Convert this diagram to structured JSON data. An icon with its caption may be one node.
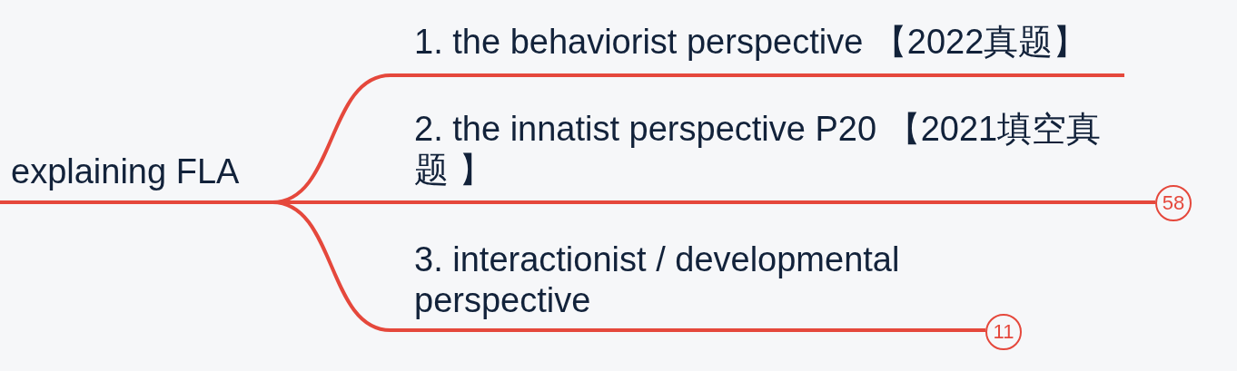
{
  "diagram": {
    "nodes": [
      {
        "text": [
          "explaining FLA"
        ]
      },
      {
        "text": [
          "1. the behaviorist perspective 【2022真题】"
        ]
      },
      {
        "text": [
          "2. the innatist perspective P20 【2021填空真题 】"
        ]
      },
      {
        "text": [
          "58"
        ]
      },
      {
        "text": [
          "3. interactionist / developmental perspective"
        ]
      },
      {
        "text": [
          "11"
        ]
      }
    ],
    "edges": [
      {
        "from": 0,
        "to": 1,
        "arrow": "none"
      },
      {
        "from": 0,
        "to": 2,
        "arrow": "none"
      },
      {
        "from": 0,
        "to": 4,
        "arrow": "none"
      }
    ]
  }
}
